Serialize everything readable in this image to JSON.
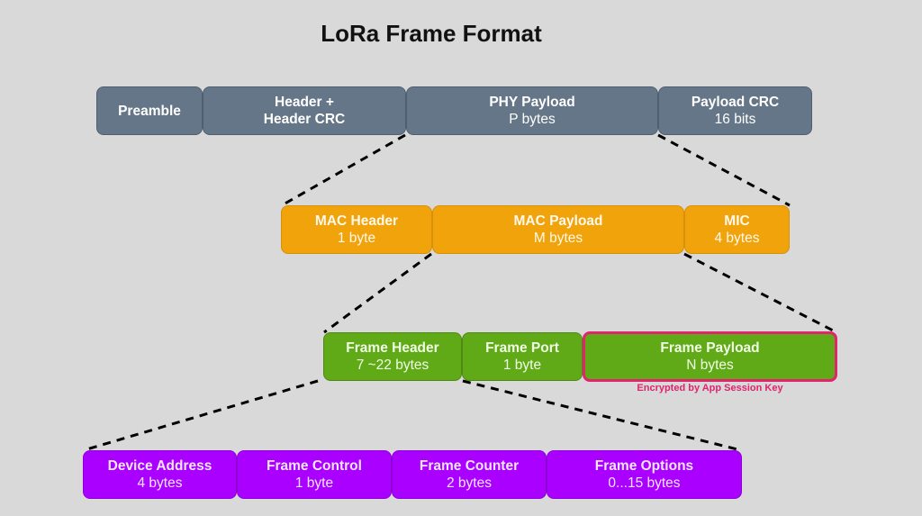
{
  "title": "LoRa Frame Format",
  "colors": {
    "background": "#d9d9d9",
    "phy_layer": "#647687",
    "mac_layer": "#f0a30a",
    "frame_layer": "#60a917",
    "frame_header_layer": "#aa00ff",
    "encryption_highlight": "#e0246e"
  },
  "phy_layer": [
    {
      "name": "Preamble",
      "size": ""
    },
    {
      "name": "Header +",
      "size": "Header CRC"
    },
    {
      "name": "PHY Payload",
      "size": "P bytes"
    },
    {
      "name": "Payload CRC",
      "size": "16 bits"
    }
  ],
  "mac_layer": [
    {
      "name": "MAC Header",
      "size": "1 byte"
    },
    {
      "name": "MAC Payload",
      "size": "M bytes"
    },
    {
      "name": "MIC",
      "size": "4 bytes"
    }
  ],
  "frame_layer": [
    {
      "name": "Frame Header",
      "size": "7 ~22 bytes"
    },
    {
      "name": "Frame Port",
      "size": "1 byte"
    },
    {
      "name": "Frame Payload",
      "size": "N bytes"
    }
  ],
  "frame_payload_note": "Encrypted by App Session Key",
  "frame_header_layer": [
    {
      "name": "Device Address",
      "size": "4 bytes"
    },
    {
      "name": "Frame Control",
      "size": "1 byte"
    },
    {
      "name": "Frame Counter",
      "size": "2 bytes"
    },
    {
      "name": "Frame Options",
      "size": "0...15 bytes"
    }
  ]
}
